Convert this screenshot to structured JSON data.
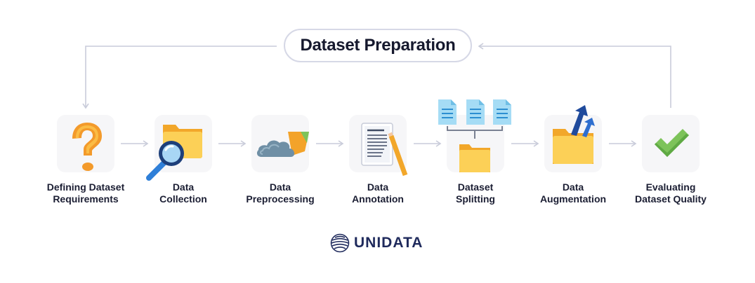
{
  "title": "Dataset Preparation",
  "steps": [
    {
      "line1": "Defining Dataset",
      "line2": "Requirements",
      "icon": "question-mark-icon"
    },
    {
      "line1": "Data",
      "line2": "Collection",
      "icon": "folder-magnifier-icon"
    },
    {
      "line1": "Data",
      "line2": "Preprocessing",
      "icon": "cloud-brush-icon"
    },
    {
      "line1": "Data",
      "line2": "Annotation",
      "icon": "document-pencil-icon"
    },
    {
      "line1": "Dataset",
      "line2": "Splitting",
      "icon": "folder-split-documents-icon"
    },
    {
      "line1": "Data",
      "line2": "Augmentation",
      "icon": "folder-growth-arrows-icon"
    },
    {
      "line1": "Evaluating",
      "line2": "Dataset Quality",
      "icon": "checkmark-icon"
    }
  ],
  "brand": {
    "name": "UNIDATA",
    "icon": "globe-logo-icon"
  },
  "colors": {
    "connector": "#c9ccda",
    "title_text": "#16192e",
    "tile_bg": "#f6f6f8",
    "label_text": "#1b1e33",
    "brand_text": "#1f2a5c"
  }
}
